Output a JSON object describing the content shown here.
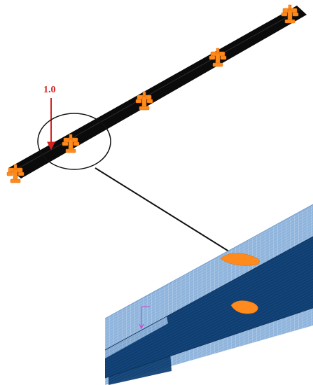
{
  "load": {
    "label": "1.0",
    "color": "#d62020"
  },
  "colors": {
    "beam": "#0b0b0b",
    "constraint": "#ff8a1e",
    "mesh_light": "#8fb4dc",
    "mesh_dark": "#0f3f72",
    "mesh_line": "#cfe0f2",
    "zoom_outline": "#111111",
    "marker": "#d23cd2"
  },
  "icons": {
    "constraint": "fixed-support-icon",
    "zoom": "zoom-detail-callout"
  },
  "constraints_count": 5
}
